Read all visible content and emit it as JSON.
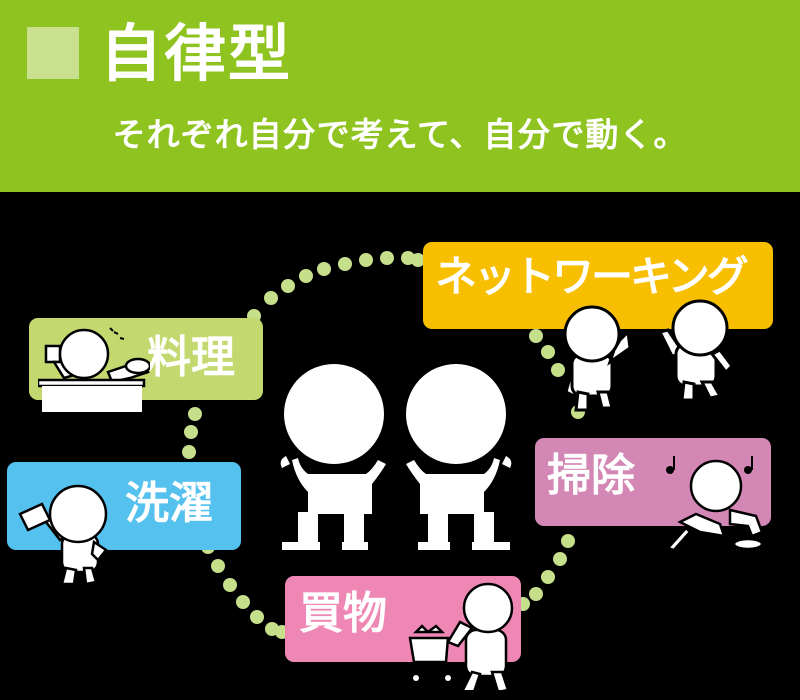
{
  "header": {
    "title": "自律型",
    "subtitle": "それぞれ自分で考えて、自分で動く。",
    "background_color": "#8fc31f",
    "square_color": "#c9e08e"
  },
  "center": {
    "description": "two characters standing together, flexing arms"
  },
  "activities": [
    {
      "id": "networking",
      "label": "ネットワーキング",
      "color": "#f8bf00",
      "illustration": "two characters waving at each other"
    },
    {
      "id": "cooking",
      "label": "料理",
      "color": "#c3d96f",
      "illustration": "character cooking at a stove with frying pan"
    },
    {
      "id": "laundry",
      "label": "洗濯",
      "color": "#55c1ef",
      "illustration": "character shaking out a cloth"
    },
    {
      "id": "cleaning",
      "label": "掃除",
      "color": "#d387b5",
      "illustration": "character vacuuming with music notes"
    },
    {
      "id": "shopping",
      "label": "買物",
      "color": "#ee87b4",
      "illustration": "character pushing a shopping cart"
    }
  ],
  "connector": {
    "style": "dotted circle",
    "color": "#c5df8a"
  }
}
